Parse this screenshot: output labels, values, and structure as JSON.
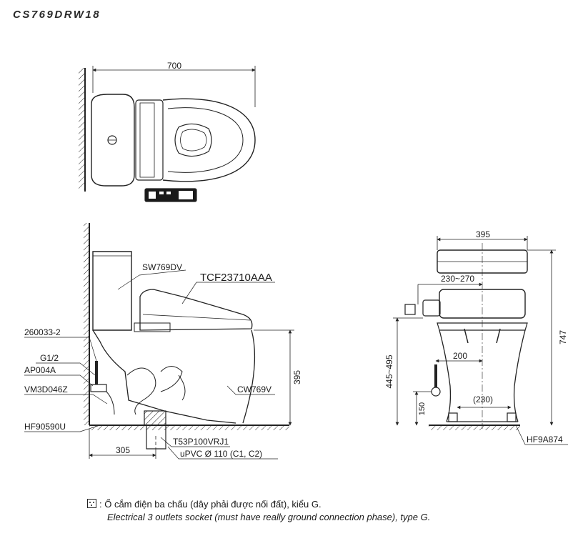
{
  "title": "CS769DRW18",
  "top_view": {
    "width_dim": "700"
  },
  "side_view": {
    "labels": {
      "tank": "SW769DV",
      "seat": "TCF23710AAA",
      "flange": "260033-2",
      "supply": "G1/2",
      "valve": "AP004A",
      "hose": "VM3D046Z",
      "bolt": "HF90590U",
      "bowl": "CW769V",
      "drain": "T53P100VRJ1",
      "pipe": "uPVC Ø 110 (C1, C2)"
    },
    "dims": {
      "height": "395",
      "offset": "305"
    }
  },
  "front_view": {
    "labels": {
      "bolt": "HF9A874"
    },
    "dims": {
      "width": "395",
      "outlet_range": "230~270",
      "supply_offset": "200",
      "supply_height": "445~495",
      "total_height": "747",
      "bottom_height": "150",
      "bolt_span": "(230)"
    }
  },
  "note": {
    "vi": ": Ổ cắm điện ba chấu (dây phải được nối đất), kiểu G.",
    "en": "Electrical 3 outlets socket (must have really ground connection phase), type G."
  }
}
